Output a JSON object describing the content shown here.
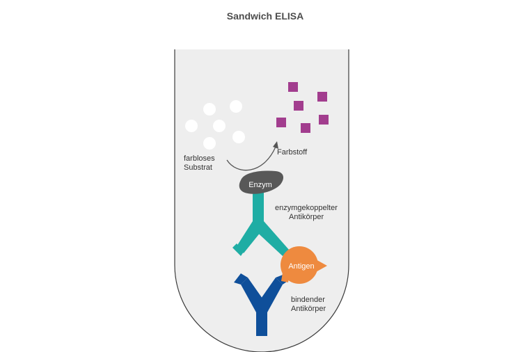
{
  "title": "Sandwich ELISA",
  "labels": {
    "substrate_line1": "farbloses",
    "substrate_line2": "Substrat",
    "dye": "Farbstoff",
    "enzyme": "Enzym",
    "conj_ab_line1": "enzymgekoppelter",
    "conj_ab_line2": "Antikörper",
    "antigen": "Antigen",
    "bind_ab_line1": "bindender",
    "bind_ab_line2": "Antikörper"
  },
  "colors": {
    "well": "#eeeeee",
    "well_border": "#3a3a3a",
    "substrate": "#ffffff",
    "dye": "#a23d8e",
    "enzyme": "#585858",
    "conj_antibody": "#1fada4",
    "antigen": "#ee8a3f",
    "bind_antibody": "#0f4f9a",
    "arrow": "#555555"
  }
}
